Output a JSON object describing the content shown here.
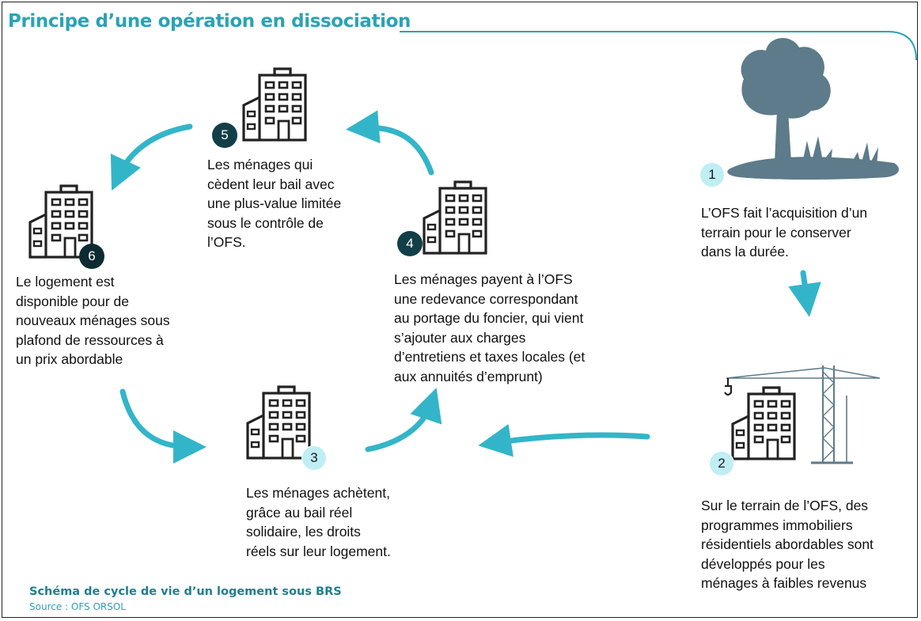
{
  "title": "Principe d’une opération en dissociation",
  "steps": [
    {
      "number": "1",
      "text": "L’OFS fait l’acquisition d’un\nterrain pour le conserver\ndans la durée."
    },
    {
      "number": "2",
      "text": "Sur le terrain de l’OFS, des\nprogrammes immobiliers\nrésidentiels abordables sont\ndéveloppés pour les\nménages à faibles revenus"
    },
    {
      "number": "3",
      "text": "Les ménages achètent,\ngrâce au bail réel\nsolidaire, les droits\nréels sur leur logement."
    },
    {
      "number": "4",
      "text": "Les ménages payent à l’OFS\nune redevance correspondant\nau portage du foncier, qui vient\ns’ajouter aux charges\nd’entretiens et taxes locales (et\naux annuités d’emprunt)"
    },
    {
      "number": "5",
      "text": "Les ménages qui\ncèdent leur bail avec\nune plus-value limitée\nsous le contrôle de\nl’OFS."
    },
    {
      "number": "6",
      "text": "Le logement est\ndisponible pour de\nnouveaux ménages sous\nplafond de ressources à\nun prix abordable"
    }
  ],
  "caption": "Schéma de cycle de vie d’un logement sous BRS",
  "source": "Source : OFS ORSOL",
  "colors": {
    "accent": "#2aa3b4",
    "arrow": "#33b5c9",
    "icon": "#222222",
    "tree": "#5d7b8a",
    "dark_badge": "#123f47",
    "light_badge": "#bfeef4"
  },
  "icons": [
    "tree-icon",
    "crane-building-icon",
    "building-icon"
  ]
}
